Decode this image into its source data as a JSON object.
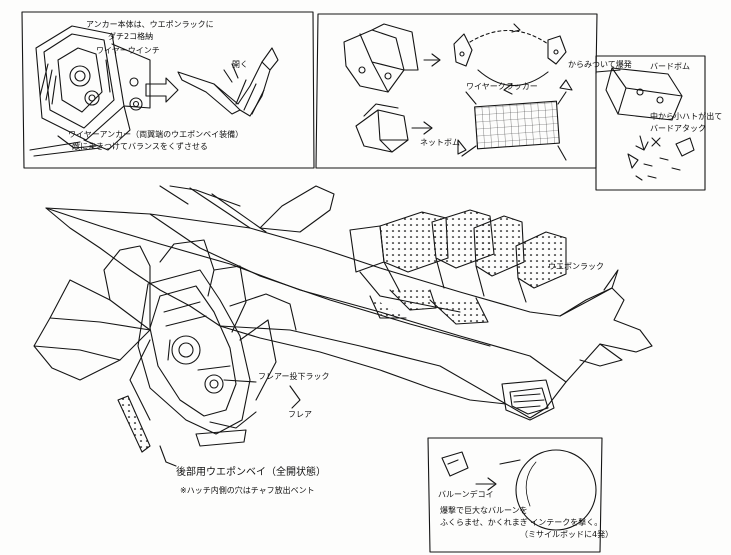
{
  "panels": {
    "anchor": {
      "note_body": "アンカー本体は、ウエポンラックに",
      "note_body_2": "ダチ2コ格納",
      "note_wire": "ワイヤーウインチ",
      "note_open": "開く",
      "caption_1": "ワイヤーアンカー（両翼端のウエポンベイ装備）",
      "caption_2": "敵にまきつけてバランスをくずさせる"
    },
    "cracker": {
      "label_wire": "ワイヤークラッカー",
      "label_explode": "からみついて爆発",
      "label_net": "ネットボム"
    },
    "birdbomb": {
      "label": "バードボム",
      "note_1": "中から小ハトが出て",
      "note_2": "バードアタック"
    },
    "balloon": {
      "title": "バルーンデコイ",
      "line_1": "爆撃で巨大なバルーンを",
      "line_2": "ふくらませ、かくれまぎ インテークを撃く。",
      "line_3": "（ミサイルポッドに4発）"
    }
  },
  "ship": {
    "label_weapon_rack": "ウエポンラック",
    "label_flare": "フレアー投下ラック",
    "label_flare_sub": "フレア",
    "caption_1": "後部用ウエポンベイ（全開状態）",
    "caption_2": "※ハッチ内側の穴はチャフ放出ベント"
  }
}
